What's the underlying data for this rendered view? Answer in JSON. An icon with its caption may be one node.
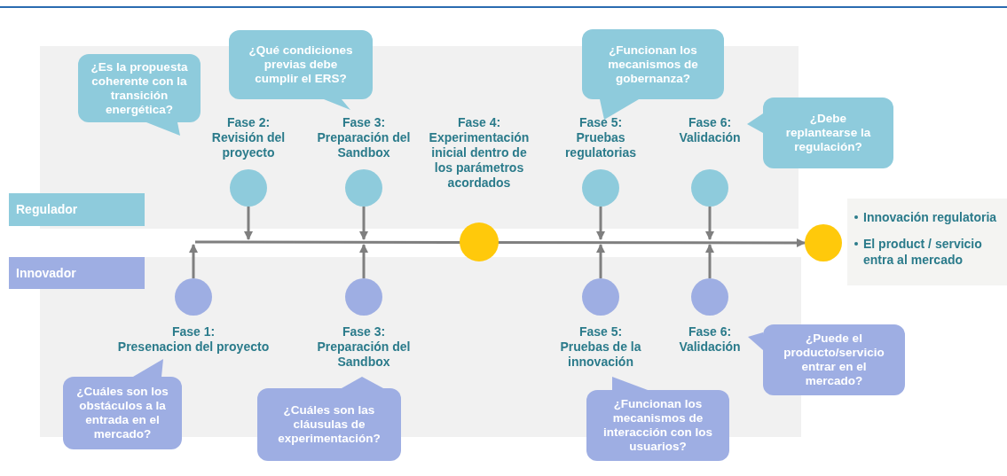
{
  "diagram": {
    "nodes": [
      {
        "text": [
          "¿Es la propuesta coherente con la transición energética?"
        ]
      },
      {
        "text": [
          "¿Qué condiciones previas debe cumplir el ERS?"
        ]
      },
      {
        "text": [
          "¿Funcionan los mecanismos de gobernanza?"
        ]
      },
      {
        "text": [
          "¿Debe replantearse la regulación?"
        ]
      },
      {
        "text": [
          "Fase 2:",
          "Revisión del proyecto"
        ]
      },
      {
        "text": [
          "Fase 3:",
          "Preparación del Sandbox"
        ]
      },
      {
        "text": [
          "Fase 4:",
          "Experimentación inicial dentro de los parámetros acordados"
        ]
      },
      {
        "text": [
          "Fase 5:",
          "Pruebas regulatorias"
        ]
      },
      {
        "text": [
          "Fase 6:",
          "Validación"
        ]
      },
      {
        "text": [
          "Regulador"
        ]
      },
      {
        "text": [],
        "shape": "circle"
      },
      {
        "text": [
          "Innovación regulatoria",
          "El product / servicio entra al mercado"
        ]
      },
      {
        "text": [
          "Innovador"
        ]
      },
      {
        "text": [
          "Fase 1:",
          "Presenacion del proyecto"
        ]
      },
      {
        "text": [
          "Fase 3:",
          "Preparación del Sandbox"
        ]
      },
      {
        "text": [
          "Fase 5:",
          "Pruebas de la innovación"
        ]
      },
      {
        "text": [
          "Fase 6:",
          "Validación"
        ]
      },
      {
        "text": [
          "¿Cuáles son los obstáculos a la entrada en el mercado?"
        ]
      },
      {
        "text": [
          "¿Cuáles son las cláusulas de experimentación?"
        ]
      },
      {
        "text": [
          "¿Funcionan los mecanismos de interacción con los usuarios?"
        ]
      },
      {
        "text": [
          "¿Puede el producto/servicio entrar en el mercado?"
        ]
      }
    ],
    "edges": [
      {
        "from": 4,
        "to": null,
        "arrow": "to"
      },
      {
        "from": 5,
        "to": null,
        "arrow": "to"
      },
      {
        "from": 7,
        "to": null,
        "arrow": "to"
      },
      {
        "from": 8,
        "to": null,
        "arrow": "to"
      },
      {
        "from": 13,
        "to": null,
        "arrow": "to"
      },
      {
        "from": 14,
        "to": null,
        "arrow": "to"
      },
      {
        "from": 15,
        "to": null,
        "arrow": "to"
      },
      {
        "from": 16,
        "to": null,
        "arrow": "to"
      },
      {
        "from": null,
        "to": 10,
        "arrow": "to"
      }
    ]
  }
}
